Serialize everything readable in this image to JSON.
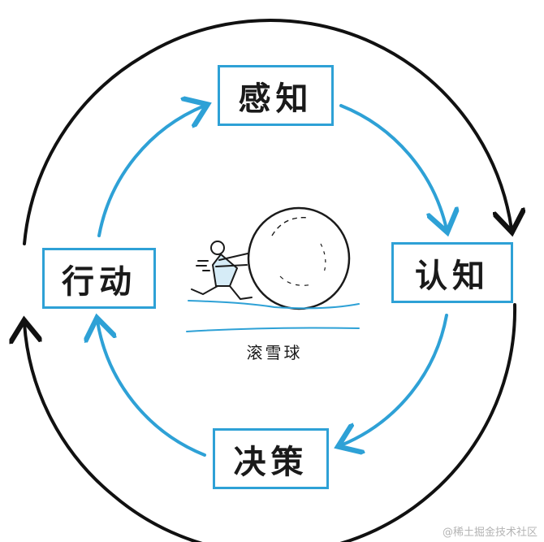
{
  "diagram": {
    "nodes": {
      "perception": "感知",
      "cognition": "认知",
      "decision": "决策",
      "action": "行动"
    },
    "center_caption": "滚雪球",
    "center_illustration": "person-pushing-snowball",
    "colors": {
      "inner_cycle": "#2ea1d6",
      "outer_cycle": "#111111",
      "text": "#1a1a1a"
    },
    "flow": [
      "感知",
      "认知",
      "决策",
      "行动"
    ],
    "direction": "clockwise"
  },
  "watermark": "@稀土掘金技术社区"
}
